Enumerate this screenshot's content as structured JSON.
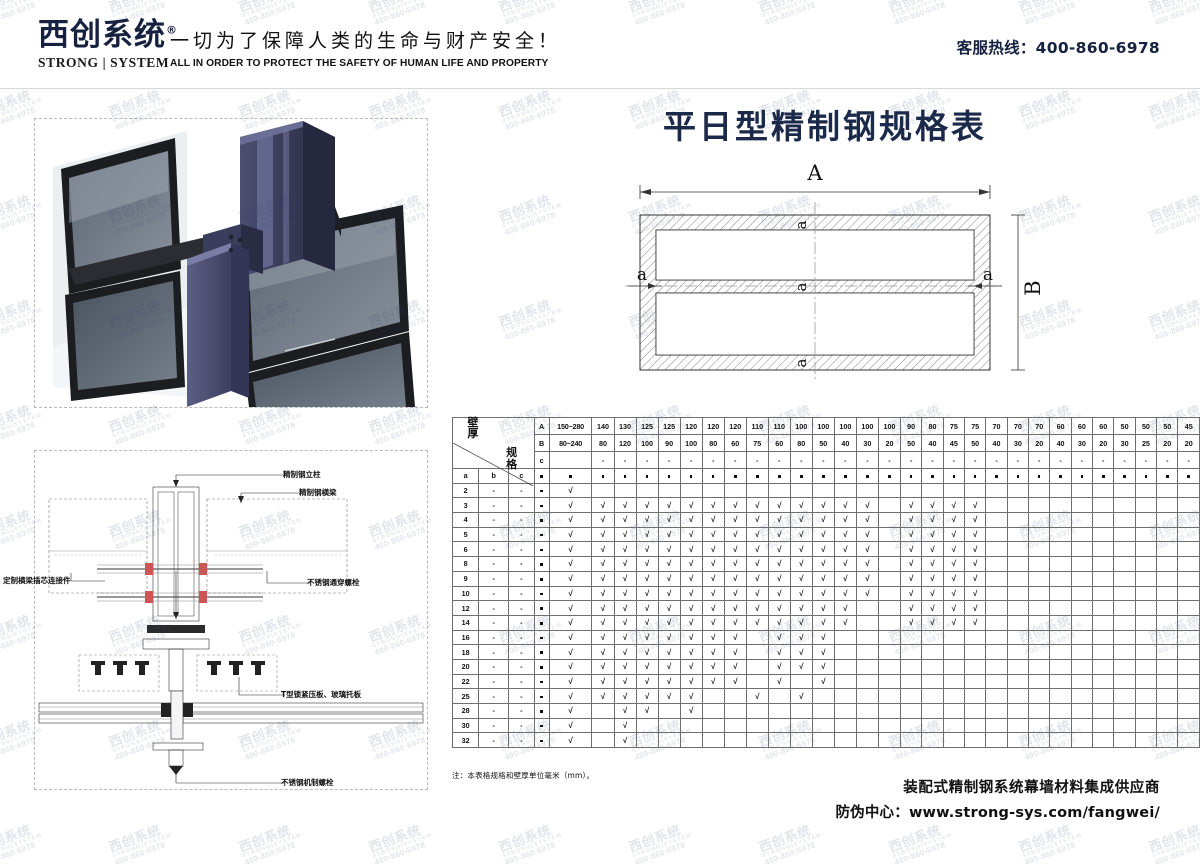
{
  "header": {
    "logo_cn": "西创系统",
    "logo_reg": "®",
    "logo_en": "STRONG | SYSTEM",
    "slogan_cn": "一切为了保障人类的生命与财产安全！",
    "slogan_en": "ALL IN ORDER TO PROTECT THE SAFETY OF HUMAN LIFE AND PROPERTY",
    "hotline": "客服热线：400-860-6978"
  },
  "title": "平日型精制钢规格表",
  "cross_section": {
    "label_a_width": "A",
    "label_b_height": "B",
    "wall_labels": [
      "a",
      "a",
      "a",
      "a",
      "a"
    ]
  },
  "detail_drawing": {
    "labels": [
      "精制钢立柱",
      "精制钢横梁",
      "定制横梁插芯连接件",
      "不锈钢通穿螺栓",
      "T型锁紧压板、玻璃托板",
      "不锈钢机制螺栓"
    ]
  },
  "table": {
    "corner_spec_label": "规格",
    "corner_thickness_label": "壁厚",
    "row_label_headers": [
      "a",
      "b",
      "c"
    ],
    "dim_row_labels": [
      "A",
      "B",
      "c"
    ],
    "dash": "-",
    "dot": "●",
    "tick": "√",
    "note": "注：本表格规格和壁厚单位毫米（mm）。",
    "columns": [
      {
        "A": "150~280",
        "B": "80~240",
        "c": ""
      },
      {
        "A": "140",
        "B": "80",
        "c": "-"
      },
      {
        "A": "130",
        "B": "120",
        "c": "-"
      },
      {
        "A": "125",
        "B": "100",
        "c": "-"
      },
      {
        "A": "125",
        "B": "90",
        "c": "-"
      },
      {
        "A": "120",
        "B": "100",
        "c": "-"
      },
      {
        "A": "120",
        "B": "80",
        "c": "-"
      },
      {
        "A": "120",
        "B": "60",
        "c": "-"
      },
      {
        "A": "110",
        "B": "75",
        "c": "-"
      },
      {
        "A": "110",
        "B": "60",
        "c": "-"
      },
      {
        "A": "100",
        "B": "80",
        "c": "-"
      },
      {
        "A": "100",
        "B": "50",
        "c": "-"
      },
      {
        "A": "100",
        "B": "40",
        "c": "-"
      },
      {
        "A": "100",
        "B": "30",
        "c": "-"
      },
      {
        "A": "100",
        "B": "20",
        "c": "-"
      },
      {
        "A": "90",
        "B": "50",
        "c": "-"
      },
      {
        "A": "80",
        "B": "40",
        "c": "-"
      },
      {
        "A": "75",
        "B": "45",
        "c": "-"
      },
      {
        "A": "75",
        "B": "50",
        "c": "-"
      },
      {
        "A": "70",
        "B": "40",
        "c": "-"
      },
      {
        "A": "70",
        "B": "30",
        "c": "-"
      },
      {
        "A": "70",
        "B": "20",
        "c": "-"
      },
      {
        "A": "60",
        "B": "40",
        "c": "-"
      },
      {
        "A": "60",
        "B": "30",
        "c": "-"
      },
      {
        "A": "60",
        "B": "20",
        "c": "-"
      },
      {
        "A": "50",
        "B": "30",
        "c": "-"
      },
      {
        "A": "50",
        "B": "25",
        "c": "-"
      },
      {
        "A": "50",
        "B": "20",
        "c": "-"
      },
      {
        "A": "45",
        "B": "20",
        "c": "-"
      }
    ],
    "rows": [
      {
        "a": "2",
        "b": "-",
        "c": "-",
        "marks": [
          1,
          0,
          0,
          0,
          0,
          0,
          0,
          0,
          0,
          0,
          0,
          0,
          0,
          0,
          0,
          0,
          0,
          0,
          0,
          0,
          0,
          0,
          0,
          0,
          0,
          0,
          0,
          0,
          0
        ]
      },
      {
        "a": "3",
        "b": "-",
        "c": "-",
        "marks": [
          1,
          1,
          1,
          1,
          1,
          1,
          1,
          1,
          1,
          1,
          1,
          1,
          1,
          1,
          0,
          1,
          1,
          1,
          1,
          0,
          0,
          0,
          0,
          0,
          0,
          0,
          0,
          0,
          0
        ]
      },
      {
        "a": "4",
        "b": "-",
        "c": "-",
        "marks": [
          1,
          1,
          1,
          1,
          1,
          1,
          1,
          1,
          1,
          1,
          1,
          1,
          1,
          1,
          0,
          1,
          1,
          1,
          1,
          0,
          0,
          0,
          0,
          0,
          0,
          0,
          0,
          0,
          0
        ]
      },
      {
        "a": "5",
        "b": "-",
        "c": "-",
        "marks": [
          1,
          1,
          1,
          1,
          1,
          1,
          1,
          1,
          1,
          1,
          1,
          1,
          1,
          1,
          0,
          1,
          1,
          1,
          1,
          0,
          0,
          0,
          0,
          0,
          0,
          0,
          0,
          0,
          0
        ]
      },
      {
        "a": "6",
        "b": "-",
        "c": "-",
        "marks": [
          1,
          1,
          1,
          1,
          1,
          1,
          1,
          1,
          1,
          1,
          1,
          1,
          1,
          1,
          0,
          1,
          1,
          1,
          1,
          0,
          0,
          0,
          0,
          0,
          0,
          0,
          0,
          0,
          0
        ]
      },
      {
        "a": "8",
        "b": "-",
        "c": "-",
        "marks": [
          1,
          1,
          1,
          1,
          1,
          1,
          1,
          1,
          1,
          1,
          1,
          1,
          1,
          1,
          0,
          1,
          1,
          1,
          1,
          0,
          0,
          0,
          0,
          0,
          0,
          0,
          0,
          0,
          0
        ]
      },
      {
        "a": "9",
        "b": "-",
        "c": "-",
        "marks": [
          1,
          1,
          1,
          1,
          1,
          1,
          1,
          1,
          1,
          1,
          1,
          1,
          1,
          1,
          0,
          1,
          1,
          1,
          1,
          0,
          0,
          0,
          0,
          0,
          0,
          0,
          0,
          0,
          0
        ]
      },
      {
        "a": "10",
        "b": "-",
        "c": "-",
        "marks": [
          1,
          1,
          1,
          1,
          1,
          1,
          1,
          1,
          1,
          1,
          1,
          1,
          1,
          1,
          0,
          1,
          1,
          1,
          1,
          0,
          0,
          0,
          0,
          0,
          0,
          0,
          0,
          0,
          0
        ]
      },
      {
        "a": "12",
        "b": "-",
        "c": "-",
        "marks": [
          1,
          1,
          1,
          1,
          1,
          1,
          1,
          1,
          1,
          1,
          1,
          1,
          1,
          0,
          0,
          1,
          1,
          1,
          1,
          0,
          0,
          0,
          0,
          0,
          0,
          0,
          0,
          0,
          0
        ]
      },
      {
        "a": "14",
        "b": "-",
        "c": "-",
        "marks": [
          1,
          1,
          1,
          1,
          1,
          1,
          1,
          1,
          1,
          1,
          1,
          1,
          1,
          0,
          0,
          1,
          1,
          1,
          1,
          0,
          0,
          0,
          0,
          0,
          0,
          0,
          0,
          0,
          0
        ]
      },
      {
        "a": "16",
        "b": "-",
        "c": "-",
        "marks": [
          1,
          1,
          1,
          1,
          1,
          1,
          1,
          1,
          0,
          1,
          1,
          1,
          0,
          0,
          0,
          0,
          0,
          0,
          0,
          0,
          0,
          0,
          0,
          0,
          0,
          0,
          0,
          0,
          0
        ]
      },
      {
        "a": "18",
        "b": "-",
        "c": "-",
        "marks": [
          1,
          1,
          1,
          1,
          1,
          1,
          1,
          1,
          0,
          1,
          1,
          1,
          0,
          0,
          0,
          0,
          0,
          0,
          0,
          0,
          0,
          0,
          0,
          0,
          0,
          0,
          0,
          0,
          0
        ]
      },
      {
        "a": "20",
        "b": "-",
        "c": "-",
        "marks": [
          1,
          1,
          1,
          1,
          1,
          1,
          1,
          1,
          0,
          1,
          1,
          1,
          0,
          0,
          0,
          0,
          0,
          0,
          0,
          0,
          0,
          0,
          0,
          0,
          0,
          0,
          0,
          0,
          0
        ]
      },
      {
        "a": "22",
        "b": "-",
        "c": "-",
        "marks": [
          1,
          1,
          1,
          1,
          1,
          1,
          1,
          1,
          0,
          1,
          0,
          1,
          0,
          0,
          0,
          0,
          0,
          0,
          0,
          0,
          0,
          0,
          0,
          0,
          0,
          0,
          0,
          0,
          0
        ]
      },
      {
        "a": "25",
        "b": "-",
        "c": "-",
        "marks": [
          1,
          1,
          1,
          1,
          1,
          1,
          0,
          0,
          1,
          0,
          1,
          0,
          0,
          0,
          0,
          0,
          0,
          0,
          0,
          0,
          0,
          0,
          0,
          0,
          0,
          0,
          0,
          0,
          0
        ]
      },
      {
        "a": "28",
        "b": "-",
        "c": "-",
        "marks": [
          1,
          0,
          1,
          1,
          0,
          1,
          0,
          0,
          0,
          0,
          0,
          0,
          0,
          0,
          0,
          0,
          0,
          0,
          0,
          0,
          0,
          0,
          0,
          0,
          0,
          0,
          0,
          0,
          0
        ]
      },
      {
        "a": "30",
        "b": "-",
        "c": "-",
        "marks": [
          1,
          0,
          1,
          0,
          0,
          0,
          0,
          0,
          0,
          0,
          0,
          0,
          0,
          0,
          0,
          0,
          0,
          0,
          0,
          0,
          0,
          0,
          0,
          0,
          0,
          0,
          0,
          0,
          0
        ]
      },
      {
        "a": "32",
        "b": "-",
        "c": "-",
        "marks": [
          1,
          0,
          1,
          0,
          0,
          0,
          0,
          0,
          0,
          0,
          0,
          0,
          0,
          0,
          0,
          0,
          0,
          0,
          0,
          0,
          0,
          0,
          0,
          0,
          0,
          0,
          0,
          0,
          0
        ]
      }
    ]
  },
  "footer": {
    "line1": "装配式精制钢系统幕墙材料集成供应商",
    "line2": "防伪中心：www.strong-sys.com/fangwei/"
  },
  "watermark": {
    "cn": "西创系统",
    "en": "STRONG|SYSTEM",
    "phone": "400-860-6978"
  },
  "colors": {
    "brand_navy": "#15213f",
    "header_yellow": "#f2f0cf",
    "abc_orange": "#f8c79b",
    "check_teal": "#cfe5e0",
    "grid_line": "#6e6e6e"
  }
}
